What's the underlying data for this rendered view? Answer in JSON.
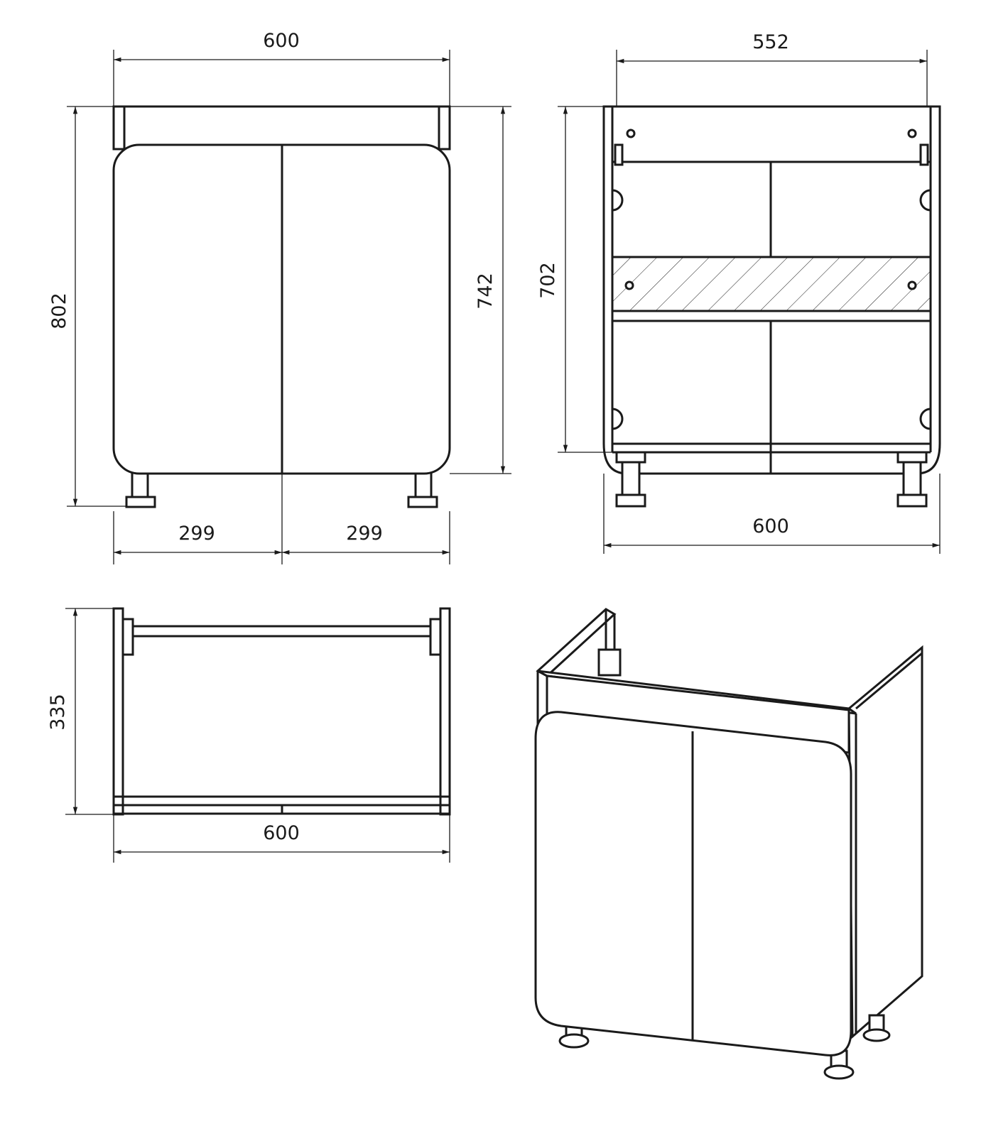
{
  "title": "Vanity cabinet technical drawing",
  "colors": {
    "line": "#1a1a1a",
    "background": "#ffffff"
  },
  "units": "mm",
  "front_view": {
    "width": "600",
    "height_total": "802",
    "height_body": "742",
    "door_left": "299",
    "door_right": "299"
  },
  "back_view": {
    "inner_width": "552",
    "height": "702",
    "width": "600"
  },
  "top_view": {
    "depth": "335",
    "width": "600"
  }
}
